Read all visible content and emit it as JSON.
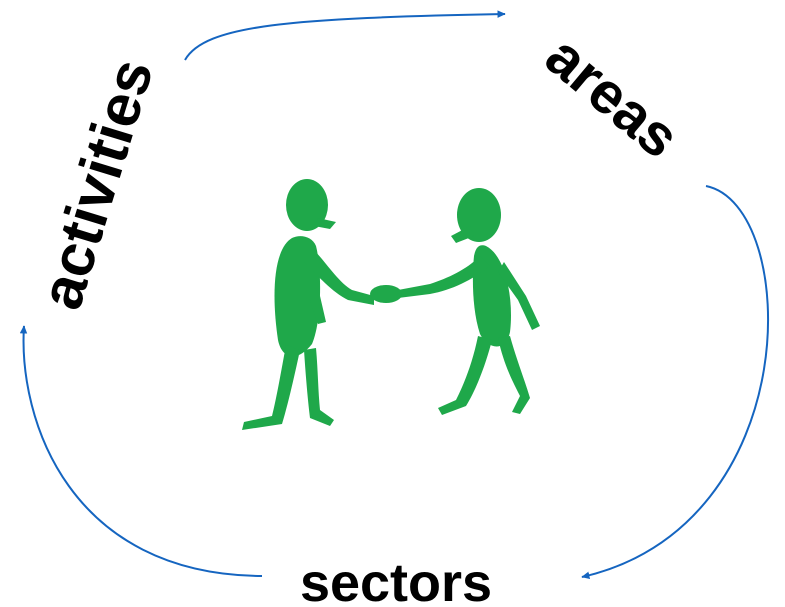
{
  "labels": {
    "activities": "activities",
    "areas": "areas",
    "sectors": "sectors"
  },
  "colors": {
    "arrow": "#1565c0",
    "figures": "#1fa84a",
    "text": "#000000",
    "background": "#ffffff"
  },
  "icons": {
    "center": "two-people-shaking-hands-icon"
  }
}
